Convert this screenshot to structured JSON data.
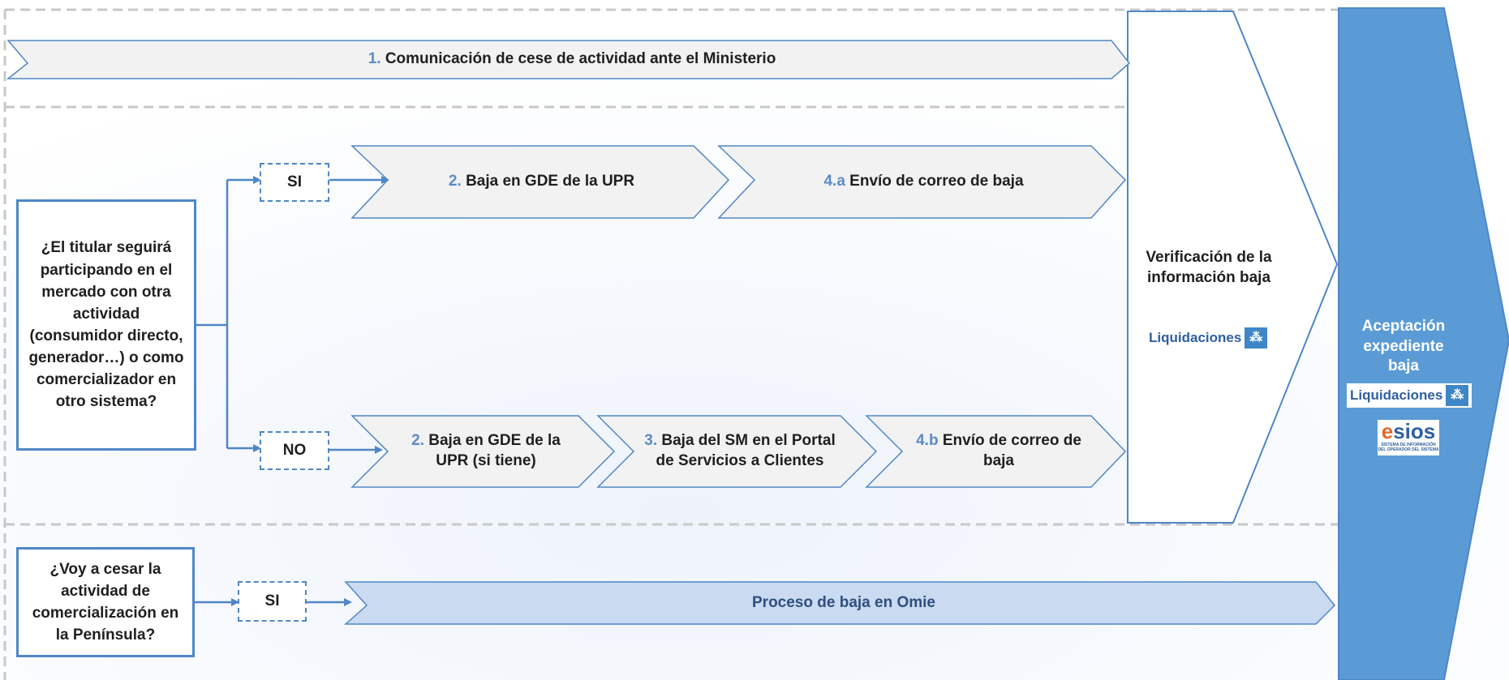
{
  "colors": {
    "accent": "#4f87c6",
    "accent_fill": "#5b9bd5",
    "light_fill": "#f2f2f2",
    "omie_fill": "#c9daf1",
    "dashed_separator": "#c8c8c8",
    "step_number": "#5b8cc8",
    "step_number_first": "#e07b39"
  },
  "step1": {
    "num": "1.",
    "label": "Comunicación de cese de actividad ante el Ministerio"
  },
  "question1": "¿El titular seguirá participando en el mercado con otra actividad (consumidor directo, generador…) o como comercializador en otro sistema?",
  "branch_si": {
    "choice": "SI",
    "step2": {
      "num": "2.",
      "label": "Baja en GDE de la UPR"
    },
    "step4a": {
      "num": "4.a",
      "label": "Envío de correo de baja"
    }
  },
  "branch_no": {
    "choice": "NO",
    "step2": {
      "num": "2.",
      "label": "Baja en GDE de la UPR (si tiene)"
    },
    "step3": {
      "num": "3.",
      "label": "Baja  del SM en el Portal de Servicios a Clientes"
    },
    "step4b": {
      "num": "4.b",
      "label": "Envío de correo de baja"
    }
  },
  "verification": {
    "label": "Verificación de la información baja",
    "logo_text": "Liquidaciones",
    "logo_icon": "liquidaciones-icon"
  },
  "final": {
    "label": "Aceptación expediente baja",
    "logo_text": "Liquidaciones",
    "logo_icon": "liquidaciones-icon",
    "esios_word_e": "e",
    "esios_word_rest": "sios",
    "esios_tagline": "SISTEMA DE INFORMACIÓN DEL OPERADOR DEL SISTEMA"
  },
  "question2": "¿Voy a cesar la actividad de comercialización en la Península?",
  "branch_omie": {
    "choice": "SI",
    "label": "Proceso de baja en Omie"
  }
}
